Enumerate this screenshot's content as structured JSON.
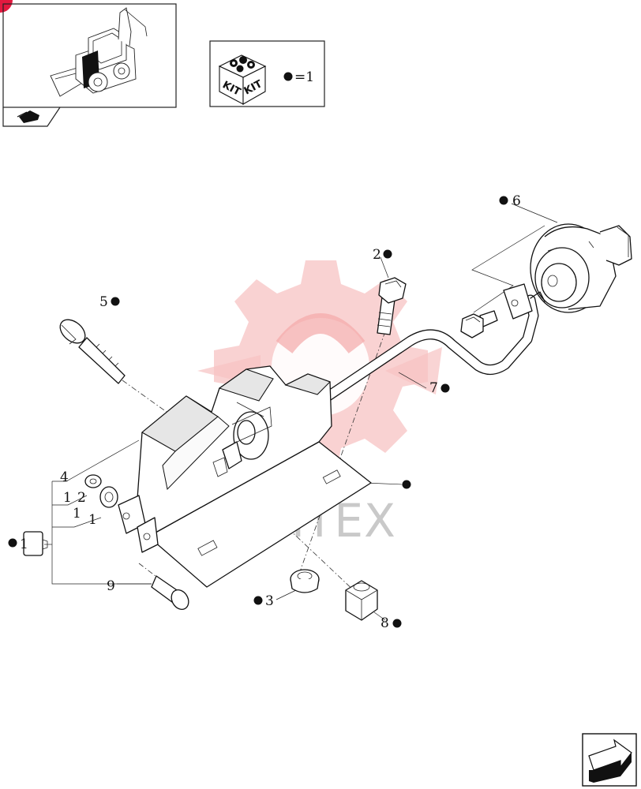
{
  "kit_legend": {
    "badge_left": "KIT",
    "badge_right": "KIT",
    "equals_label": "=1"
  },
  "watermark": {
    "text": "ИНТЕХ",
    "color": "#f05a5a"
  },
  "callouts": {
    "c1": "1",
    "c1a": "1",
    "c1b": "1",
    "c2a": "2",
    "c2b": "2",
    "c3": "3",
    "c4": "4",
    "c5": "5",
    "c6": "6",
    "c7": "7",
    "c8": "8",
    "c9": "9"
  },
  "icons": {
    "thumbnail": "backhoe-loader-icon",
    "view_arrow": "view-direction-arrow-icon",
    "next_page": "next-page-arrow-icon",
    "kit": "kit-box-icon",
    "corner": "red-corner-marker"
  }
}
